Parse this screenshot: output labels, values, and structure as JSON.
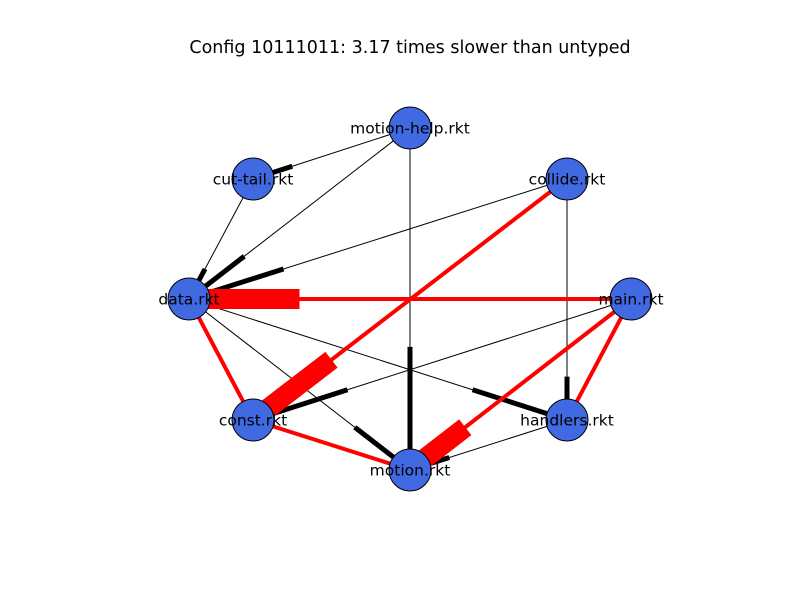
{
  "title": "Config 10111011: 3.17 times slower than untyped",
  "colors": {
    "node_fill": "#4169e1",
    "node_stroke": "#000000",
    "edge_plain": "#000000",
    "edge_slow": "#ff0000",
    "background": "#ffffff"
  },
  "nodes": [
    {
      "id": "motion-help",
      "label": "motion-help.rkt"
    },
    {
      "id": "cut-tail",
      "label": "cut-tail.rkt"
    },
    {
      "id": "collide",
      "label": "collide.rkt"
    },
    {
      "id": "data",
      "label": "data.rkt"
    },
    {
      "id": "main",
      "label": "main.rkt"
    },
    {
      "id": "const",
      "label": "const.rkt"
    },
    {
      "id": "handlers",
      "label": "handlers.rkt"
    },
    {
      "id": "motion",
      "label": "motion.rkt"
    }
  ],
  "edges": [
    {
      "from": "motion-help",
      "to": "cut-tail",
      "slow": false
    },
    {
      "from": "motion-help",
      "to": "data",
      "slow": false
    },
    {
      "from": "motion-help",
      "to": "motion",
      "slow": false
    },
    {
      "from": "cut-tail",
      "to": "data",
      "slow": false
    },
    {
      "from": "collide",
      "to": "data",
      "slow": false
    },
    {
      "from": "collide",
      "to": "handlers",
      "slow": false
    },
    {
      "from": "data",
      "to": "handlers",
      "slow": false
    },
    {
      "from": "data",
      "to": "motion",
      "slow": false
    },
    {
      "from": "main",
      "to": "const",
      "slow": false
    },
    {
      "from": "handlers",
      "to": "motion",
      "slow": false
    },
    {
      "from": "main",
      "to": "data",
      "slow": true
    },
    {
      "from": "collide",
      "to": "const",
      "slow": true
    },
    {
      "from": "main",
      "to": "motion",
      "slow": true
    },
    {
      "from": "main",
      "to": "handlers",
      "slow": true
    },
    {
      "from": "const",
      "to": "data",
      "slow": true
    },
    {
      "from": "motion",
      "to": "const",
      "slow": true
    }
  ]
}
